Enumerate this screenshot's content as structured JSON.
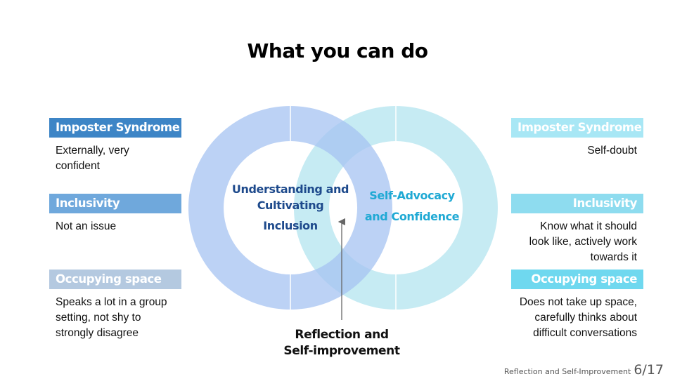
{
  "slide": {
    "title": "What you can do",
    "left_column": [
      {
        "label": "Imposter Syndrome",
        "description": "Externally, very confident",
        "color": "#3d85c6"
      },
      {
        "label": "Inclusivity",
        "description": "Not an issue",
        "color": "#6fa8dc"
      },
      {
        "label": "Occupying space",
        "description": "Speaks a lot in a  group setting, not shy to strongly disagree",
        "color": "#b4c9e0"
      }
    ],
    "right_column": [
      {
        "label": "Imposter Syndrome",
        "description": "Self-doubt",
        "color": "#a8e7f5"
      },
      {
        "label": "Inclusivity",
        "description": "Know what it should look like, actively work towards it",
        "color": "#8edcef"
      },
      {
        "label": "Occupying space",
        "description": "Does not take up space, carefully thinks about difficult conversations",
        "color": "#6fd8ef"
      }
    ],
    "venn": {
      "left_circle": {
        "line1": "Understanding and",
        "line2": "Cultivating",
        "line3": "Inclusion",
        "ring_color": "#b8cff5",
        "text_color": "#1e4a8c"
      },
      "right_circle": {
        "line1": "Self-Advocacy",
        "line2": "and Confidence",
        "ring_color": "#c6ebf3",
        "text_color": "#1fa9d4"
      },
      "overlap_label": {
        "line1": "Reflection and",
        "line2": "Self-improvement"
      },
      "arrow_color": "#666666"
    },
    "footer": {
      "section": "Reflection and Self-Improvement",
      "page": "6/17"
    }
  }
}
